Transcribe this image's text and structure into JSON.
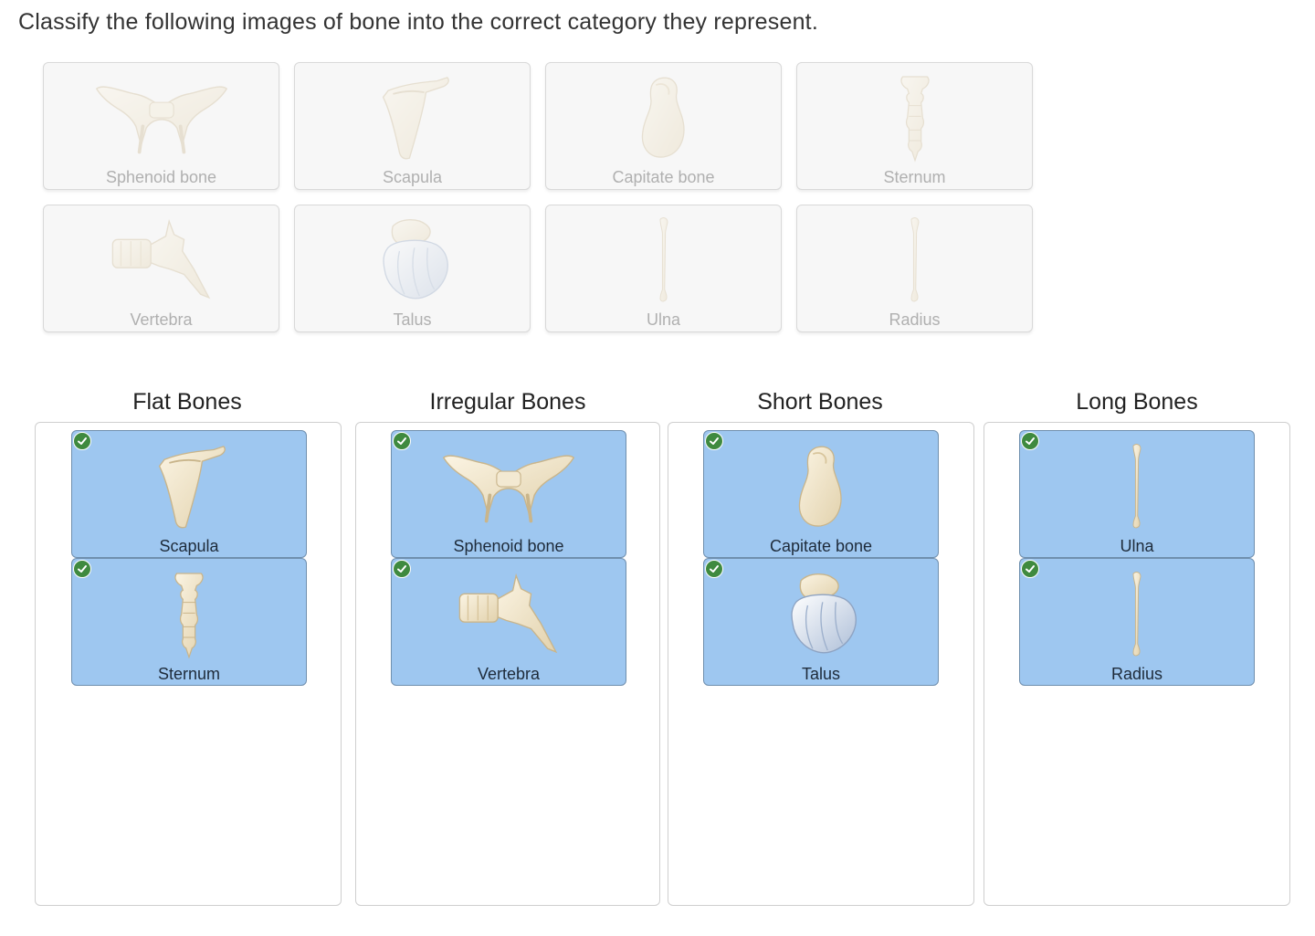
{
  "question": {
    "prompt": "Classify the following images of bone into the correct category they represent."
  },
  "source_items": [
    {
      "label": "Sphenoid bone",
      "icon": "sphenoid-bone-icon"
    },
    {
      "label": "Scapula",
      "icon": "scapula-icon"
    },
    {
      "label": "Capitate bone",
      "icon": "capitate-bone-icon"
    },
    {
      "label": "Sternum",
      "icon": "sternum-icon"
    },
    {
      "label": "Vertebra",
      "icon": "vertebra-icon"
    },
    {
      "label": "Talus",
      "icon": "talus-icon"
    },
    {
      "label": "Ulna",
      "icon": "ulna-icon"
    },
    {
      "label": "Radius",
      "icon": "radius-icon"
    }
  ],
  "categories": [
    {
      "title": "Flat Bones",
      "items": [
        {
          "label": "Scapula",
          "status": "correct"
        },
        {
          "label": "Sternum",
          "status": "correct"
        }
      ]
    },
    {
      "title": "Irregular Bones",
      "items": [
        {
          "label": "Sphenoid bone",
          "status": "correct"
        },
        {
          "label": "Vertebra",
          "status": "correct"
        }
      ]
    },
    {
      "title": "Short Bones",
      "items": [
        {
          "label": "Capitate bone",
          "status": "correct"
        },
        {
          "label": "Talus",
          "status": "correct"
        }
      ]
    },
    {
      "title": "Long Bones",
      "items": [
        {
          "label": "Ulna",
          "status": "correct"
        },
        {
          "label": "Radius",
          "status": "correct"
        }
      ]
    }
  ],
  "colors": {
    "placed_card": "#9ec7f0",
    "correct_check": "#3f8a3f",
    "bone": "#efe4cc"
  }
}
